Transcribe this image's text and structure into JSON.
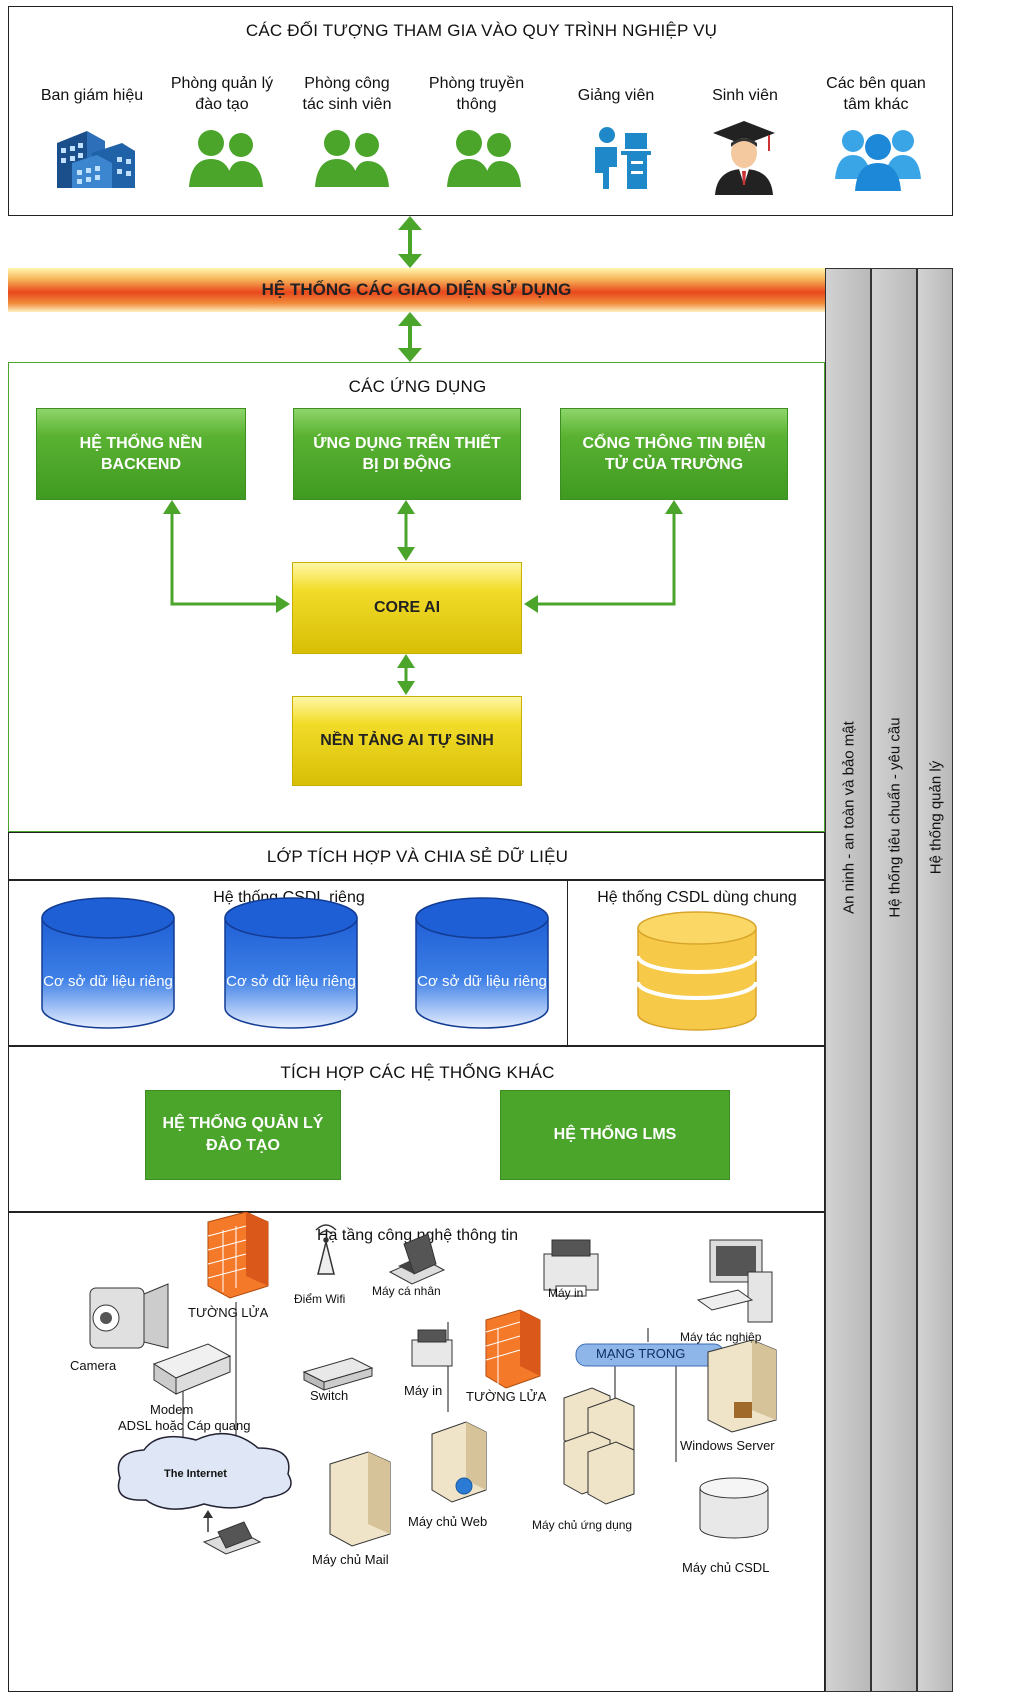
{
  "top_section": {
    "title": "CÁC ĐỐI TƯỢNG THAM GIA VÀO QUY TRÌNH NGHIỆP VỤ",
    "actors": [
      {
        "label": "Ban giám hiệu",
        "icon": "building-icon"
      },
      {
        "label": "Phòng quản lý đào tạo",
        "icon": "users-icon"
      },
      {
        "label": "Phòng công tác sinh viên",
        "icon": "users-icon"
      },
      {
        "label": "Phòng truyền thông",
        "icon": "users-icon"
      },
      {
        "label": "Giảng viên",
        "icon": "lecturer-desk-icon"
      },
      {
        "label": "Sinh viên",
        "icon": "graduate-student-icon"
      },
      {
        "label": "Các bên quan tâm khác",
        "icon": "group-icon"
      }
    ]
  },
  "interface_bar": {
    "label": "HỆ THỐNG CÁC GIAO DIỆN SỬ DỤNG"
  },
  "applications": {
    "title": "CÁC ỨNG DỤNG",
    "backend": "HỆ THỐNG NỀN BACKEND",
    "mobile": "ỨNG DỤNG TRÊN THIẾT BỊ DI ĐỘNG",
    "portal": "CỔNG THÔNG TIN ĐIỆN TỬ CỦA TRƯỜNG",
    "core_ai": "CORE AI",
    "gen_ai": "NỀN TẢNG AI TỰ SINH"
  },
  "integration_layer": {
    "title": "LỚP TÍCH HỢP VÀ CHIA SẺ DỮ LIỆU"
  },
  "databases": {
    "private_title": "Hệ thống CSDL riêng",
    "shared_title": "Hệ thống CSDL dùng chung",
    "private_items": [
      "Cơ sở dữ liệu riêng",
      "Cơ sở dữ liệu riêng",
      "Cơ sở dữ liệu riêng"
    ]
  },
  "other_systems": {
    "title": "TÍCH HỢP CÁC HỆ THỐNG KHÁC",
    "training": "HỆ THỐNG QUẢN LÝ ĐÀO TẠO",
    "lms": "HỆ THỐNG LMS"
  },
  "infrastructure": {
    "title": "Hạ tầng công nghệ thông tin",
    "labels": {
      "firewall1": "TƯỜNG LỬA",
      "wifi": "Điểm Wifi",
      "personal": "Máy cá nhân",
      "printer1": "Máy in",
      "workstation": "Máy tác nghiệp",
      "camera": "Camera",
      "switch": "Switch",
      "printer2": "Máy in",
      "firewall2": "TƯỜNG LỬA",
      "lan": "MẠNG TRONG",
      "modem": "Modem",
      "modem_sub": "ADSL hoặc Cáp quang",
      "windows_server": "Windows Server",
      "internet": "The Internet",
      "web_server": "Máy chủ Web",
      "app_server": "Máy chủ ứng dụng",
      "mail_server": "Máy chủ Mail",
      "db_server": "Máy chủ CSDL"
    }
  },
  "side_columns": {
    "security": "An ninh - an toàn và bảo mật",
    "standards": "Hệ thống tiêu chuẩn - yêu cầu",
    "management": "Hệ thống quản lý"
  },
  "colors": {
    "green": "#4aa52a",
    "yellow": "#f2dc2a",
    "orange_bar": "#f0702a",
    "db_blue": "#1f5fd6",
    "db_yellow": "#f7c948"
  }
}
